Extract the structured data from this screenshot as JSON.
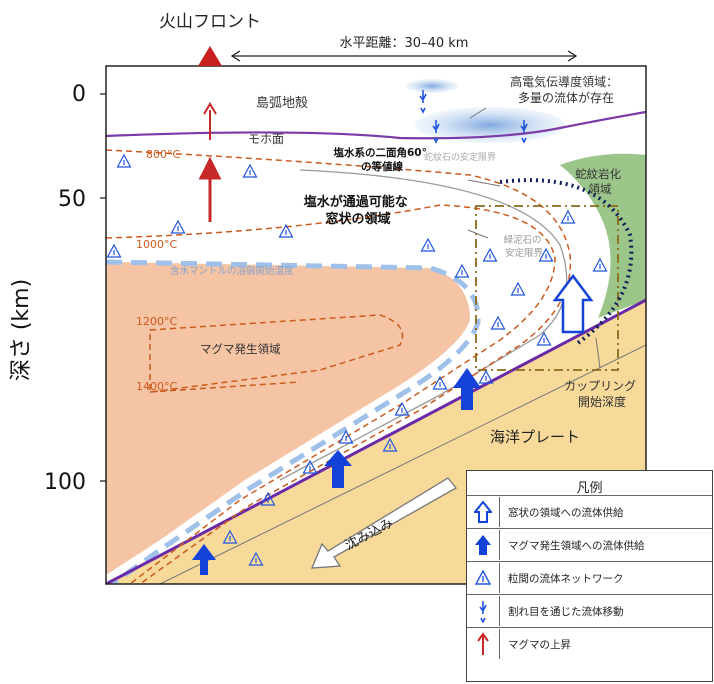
{
  "labels": {
    "volcanic_front": "火山フロント",
    "horizontal_distance": "水平距離：30–40 km",
    "island_arc_crust": "島弧地殻",
    "moho": "モホ面",
    "high_conductivity": "高電気伝導度領域：\n多量の流体が存在",
    "serpentine_limit_upper": "蛇紋石の安定限界",
    "serpentinized_region": "蛇紋岩化\n領域",
    "dihedral_angle": "塩水系の二面角60°\nの等値線",
    "window_region": "塩水が通過可能な\n窓状の領域",
    "mantle_solidus": "含水マントルの溶融開始温度",
    "chlorite_limit": "緑泥石の\n安定限界",
    "magma_generation": "マグマ発生領域",
    "coupling_depth": "カップリング\n開始深度",
    "oceanic_plate": "海洋プレート",
    "subduction": "沈み込み",
    "iso_800": "800°C",
    "iso_1000": "1000°C",
    "iso_1200": "1200°C",
    "iso_1400": "1400°C"
  },
  "axis": {
    "ylabel": "深さ (km)",
    "ticks": [
      "0",
      "50",
      "100"
    ]
  },
  "legend": {
    "title": "凡例",
    "items": [
      {
        "icon": "outline-arrow-icon",
        "label": "窓状の領域への流体供給"
      },
      {
        "icon": "filled-arrow-icon",
        "label": "マグマ発生領域への流体供給"
      },
      {
        "icon": "triangle-icon",
        "label": "粒間の流体ネットワーク"
      },
      {
        "icon": "crack-arrow-icon",
        "label": "割れ目を通じた流体移動"
      },
      {
        "icon": "red-arrow-icon",
        "label": "マグマの上昇"
      }
    ]
  },
  "colors": {
    "magma_region": "#f4c4a4",
    "oceanic_plate": "#f7d99a",
    "serpentinized": "#9cc58a",
    "isotherm": "#cc5a1e",
    "moho": "#7a3aa8",
    "fluid_blue": "#1f4fd8",
    "magma_red": "#c62828",
    "volcano": "#c81f1f"
  }
}
